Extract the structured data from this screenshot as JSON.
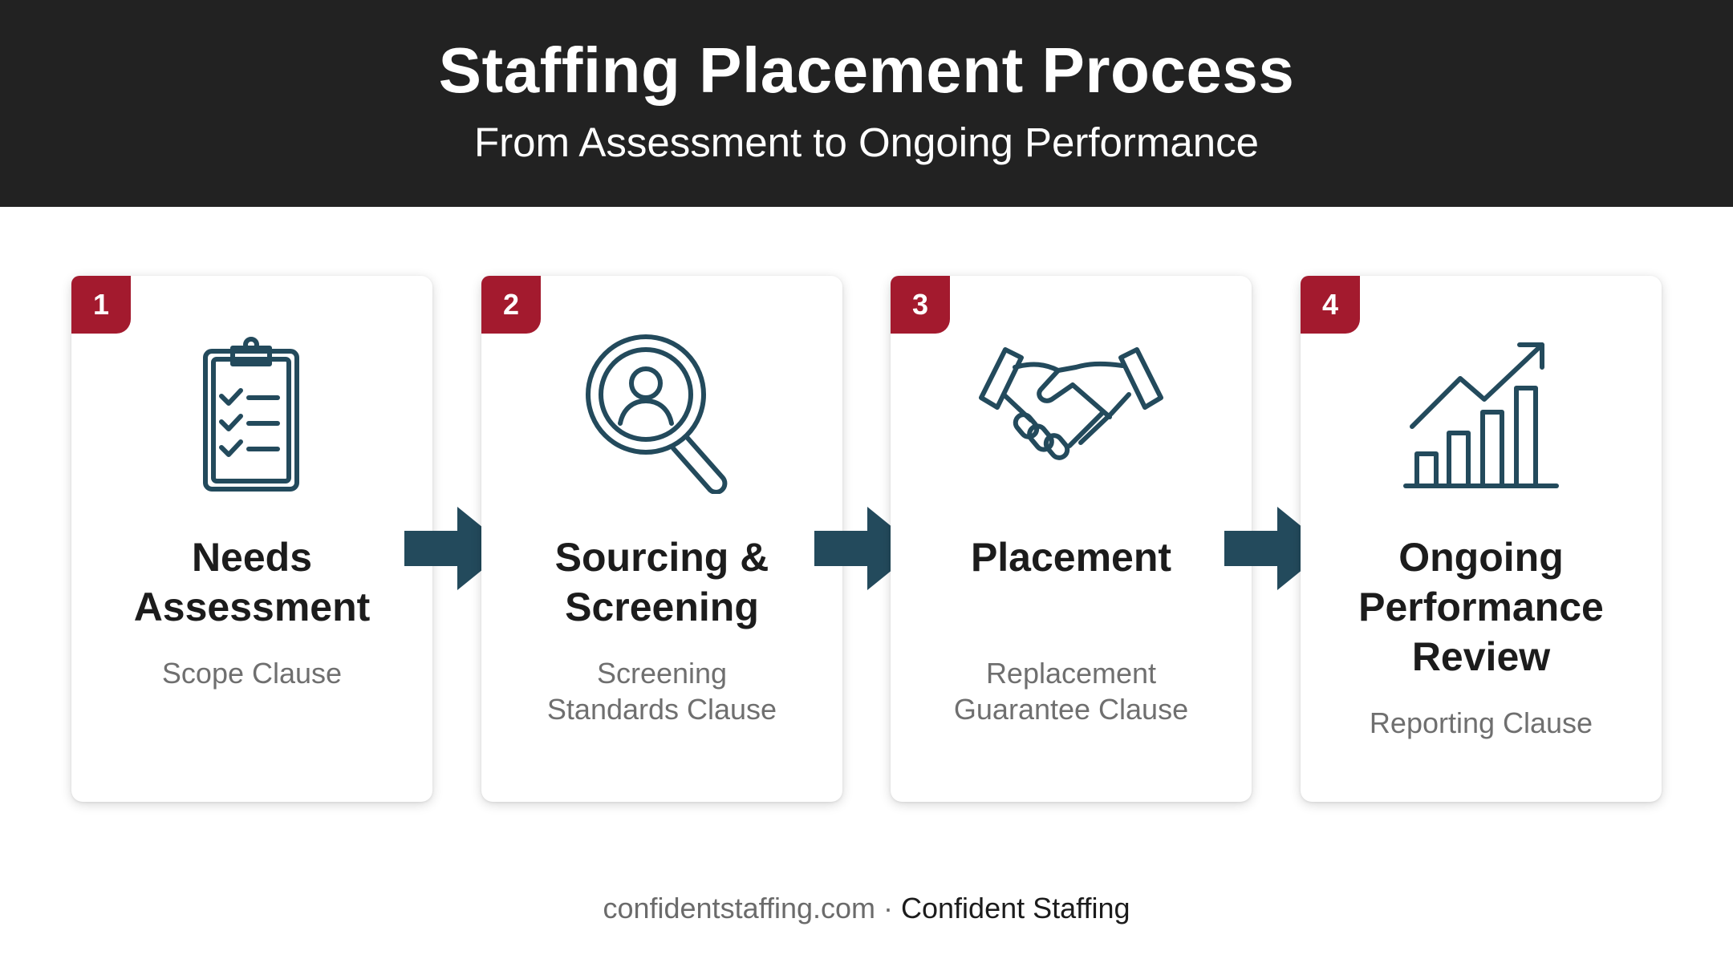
{
  "header": {
    "title": "Staffing Placement Process",
    "subtitle": "From Assessment to Ongoing Performance"
  },
  "steps": [
    {
      "number": "1",
      "title": "Needs Assessment",
      "clause": "Scope Clause",
      "icon": "clipboard-checklist-icon"
    },
    {
      "number": "2",
      "title": "Sourcing & Screening",
      "clause": "Screening Standards Clause",
      "icon": "magnifier-person-icon"
    },
    {
      "number": "3",
      "title": "Placement",
      "clause": "Replacement Guarantee Clause",
      "icon": "handshake-icon"
    },
    {
      "number": "4",
      "title": "Ongoing Performance Review",
      "clause": "Reporting Clause",
      "icon": "growth-chart-icon"
    }
  ],
  "footer": {
    "site": "confidentstaffing.com",
    "separator": " · ",
    "brand": "Confident Staffing"
  },
  "colors": {
    "header_bg": "#222222",
    "badge": "#a31a2e",
    "icon": "#234a5c",
    "arrow": "#234a5c",
    "clause_text": "#6f6f6f"
  }
}
